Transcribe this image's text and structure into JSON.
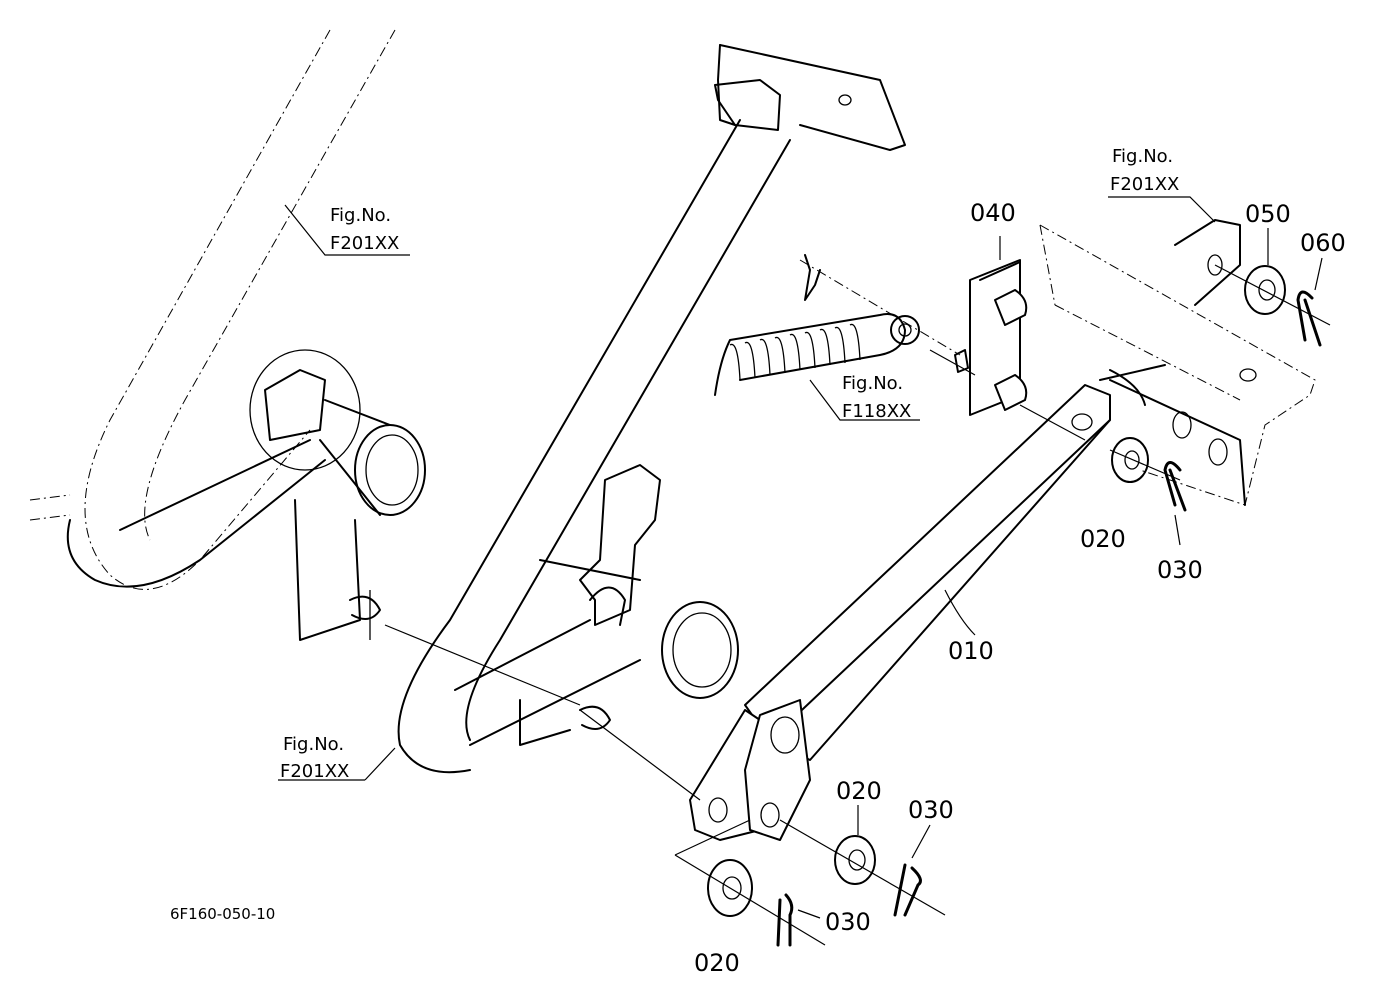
{
  "drawing_code": "6F160-050-10",
  "fig_refs": [
    {
      "line1": "Fig.No.",
      "line2": "F201XX"
    },
    {
      "line1": "Fig.No.",
      "line2": "F201XX"
    },
    {
      "line1": "Fig.No.",
      "line2": "F201XX"
    },
    {
      "line1": "Fig.No.",
      "line2": "F118XX"
    }
  ],
  "parts": {
    "p010": "010",
    "p020a": "020",
    "p020b": "020",
    "p020c": "020",
    "p030a": "030",
    "p030b": "030",
    "p030c": "030",
    "p040": "040",
    "p050": "050",
    "p060": "060"
  }
}
